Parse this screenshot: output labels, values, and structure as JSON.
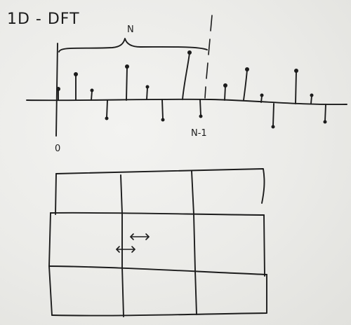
{
  "title": "1D - DFT",
  "signal": {
    "period_label": "N",
    "origin_label": "0",
    "end_label": "N-1"
  }
}
